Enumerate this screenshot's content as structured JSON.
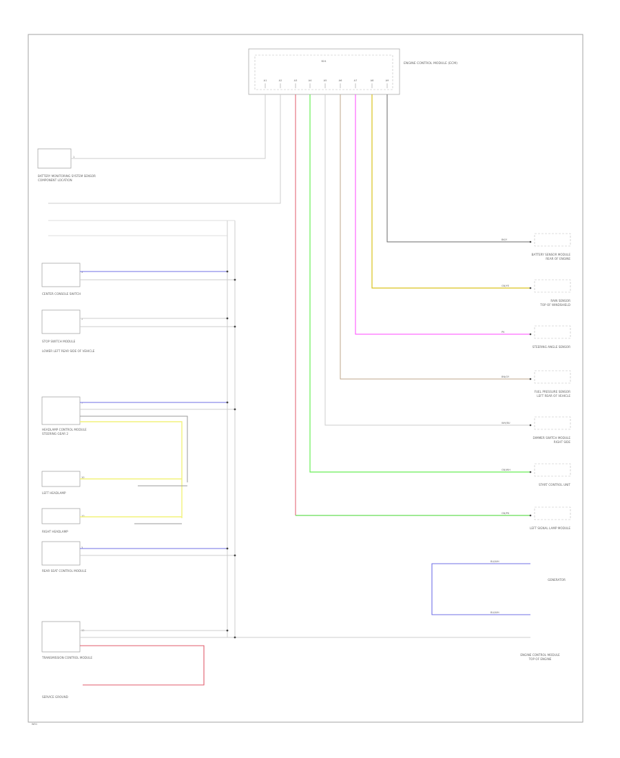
{
  "ecm": {
    "title": "ENGINE CONTROL MODULE (ECM)",
    "top_text": "B24",
    "pins": [
      "A1",
      "A2",
      "A3",
      "A4",
      "A5",
      "A6",
      "A7",
      "A8",
      "A9"
    ]
  },
  "left_components": [
    {
      "name": "BATTERY MONITORING SYSTEM SENSOR",
      "sub": "COMPONENT LOCATION",
      "pin": "1"
    },
    {
      "name": "CENTER CONSOLE SWITCH",
      "sub": "",
      "pin": "3"
    },
    {
      "name": "STOP SWITCH MODULE",
      "sub": "LOWER LEFT REAR SIDE OF VEHICLE",
      "pin": "5"
    },
    {
      "name": "HEADLAMP CONTROL MODULE",
      "sub": "STEERING GEAR 2",
      "pin": "7"
    },
    {
      "name": "LEFT HEADLAMP",
      "sub": "",
      "pin": "10"
    },
    {
      "name": "RIGHT HEADLAMP",
      "sub": "",
      "pin": "10"
    },
    {
      "name": "REAR SEAT CONTROL MODULE",
      "sub": "",
      "pin": "3"
    },
    {
      "name": "TRANSMISSION CONTROL MODULE",
      "sub": "",
      "pin": "12"
    }
  ],
  "bottom_component": "SERVICE GROUND",
  "right_components": [
    {
      "name": "BATTERY SENSOR MODULE",
      "sub": "REAR OF ENGINE",
      "wire": "BK/Y",
      "color": "#666666"
    },
    {
      "name": "RAIN SENSOR",
      "sub": "TOP OF WINDSHIELD",
      "wire": "GN/YE",
      "color": "#d9c21a"
    },
    {
      "name": "STEERING ANGLE SENSOR",
      "sub": "",
      "wire": "PK",
      "color": "#ff44ff"
    },
    {
      "name": "FUEL PRESSURE SENSOR",
      "sub": "LEFT REAR OF VEHICLE",
      "wire": "BN/GY",
      "color": "#bca68a"
    },
    {
      "name": "DIMMER SWITCH MODULE",
      "sub": "RIGHT SIDE",
      "wire": "WH/BU",
      "color": "#c6c6c6"
    },
    {
      "name": "START CONTROL UNIT",
      "sub": "",
      "wire": "GN/WH",
      "color": "#66ee55"
    },
    {
      "name": "LEFT SIGNAL LAMP MODULE",
      "sub": "",
      "wire": "GN/PK",
      "color": "#66dd55"
    }
  ],
  "bottom_right": {
    "generator": "GENERATOR",
    "module": "ENGINE CONTROL MODULE",
    "sub": "TOP OF ENGINE",
    "wire": "BU/WH"
  },
  "corner_text": "W01",
  "colors": {
    "blue": "#6f6fe6",
    "yellow": "#f2f27a",
    "red": "#e05a6a",
    "gray": "#6a6a6a",
    "light_gray": "#c4c4c4",
    "frame": "#999999"
  }
}
